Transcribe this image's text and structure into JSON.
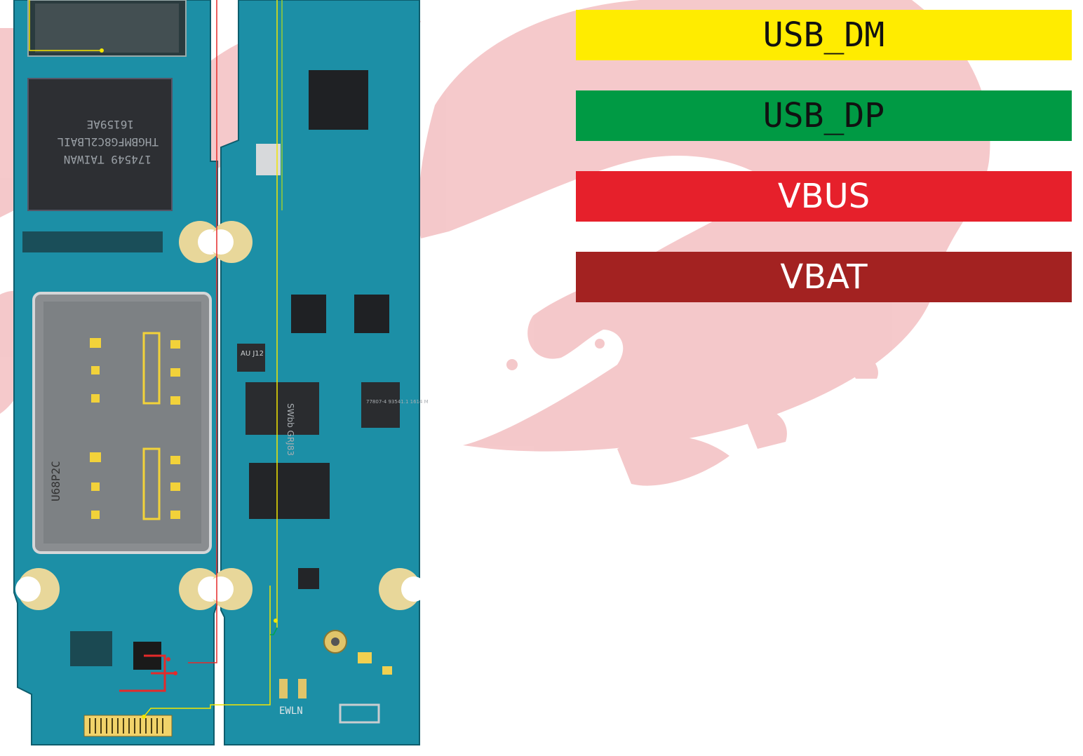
{
  "legend": [
    {
      "label": "USB_DM",
      "color": "#ffec00",
      "text_color": "#111111",
      "font": "mono"
    },
    {
      "label": "USB_DP",
      "color": "#009a44",
      "text_color": "#111111",
      "font": "mono"
    },
    {
      "label": "VBUS",
      "color": "#e6202b",
      "text_color": "#ffffff",
      "font": "sans"
    },
    {
      "label": "VBAT",
      "color": "#a32221",
      "text_color": "#ffffff",
      "font": "sans"
    }
  ],
  "board": {
    "pcb_color": "#1e8fa8",
    "chip_labels": [
      "174549 TAIWAN",
      "THGBMFG8C2LBAIL",
      "16159AE",
      "AU J12",
      "SWbb GRJ83",
      "77807-4 93541.1 1614 M2",
      "U68P2C"
    ],
    "connector_label": "EWLN"
  },
  "colors": {
    "watermark": "#f4c6c8",
    "trace_yellow": "#f3e600",
    "trace_red": "#e52a2a",
    "trace_green": "#00a550"
  }
}
